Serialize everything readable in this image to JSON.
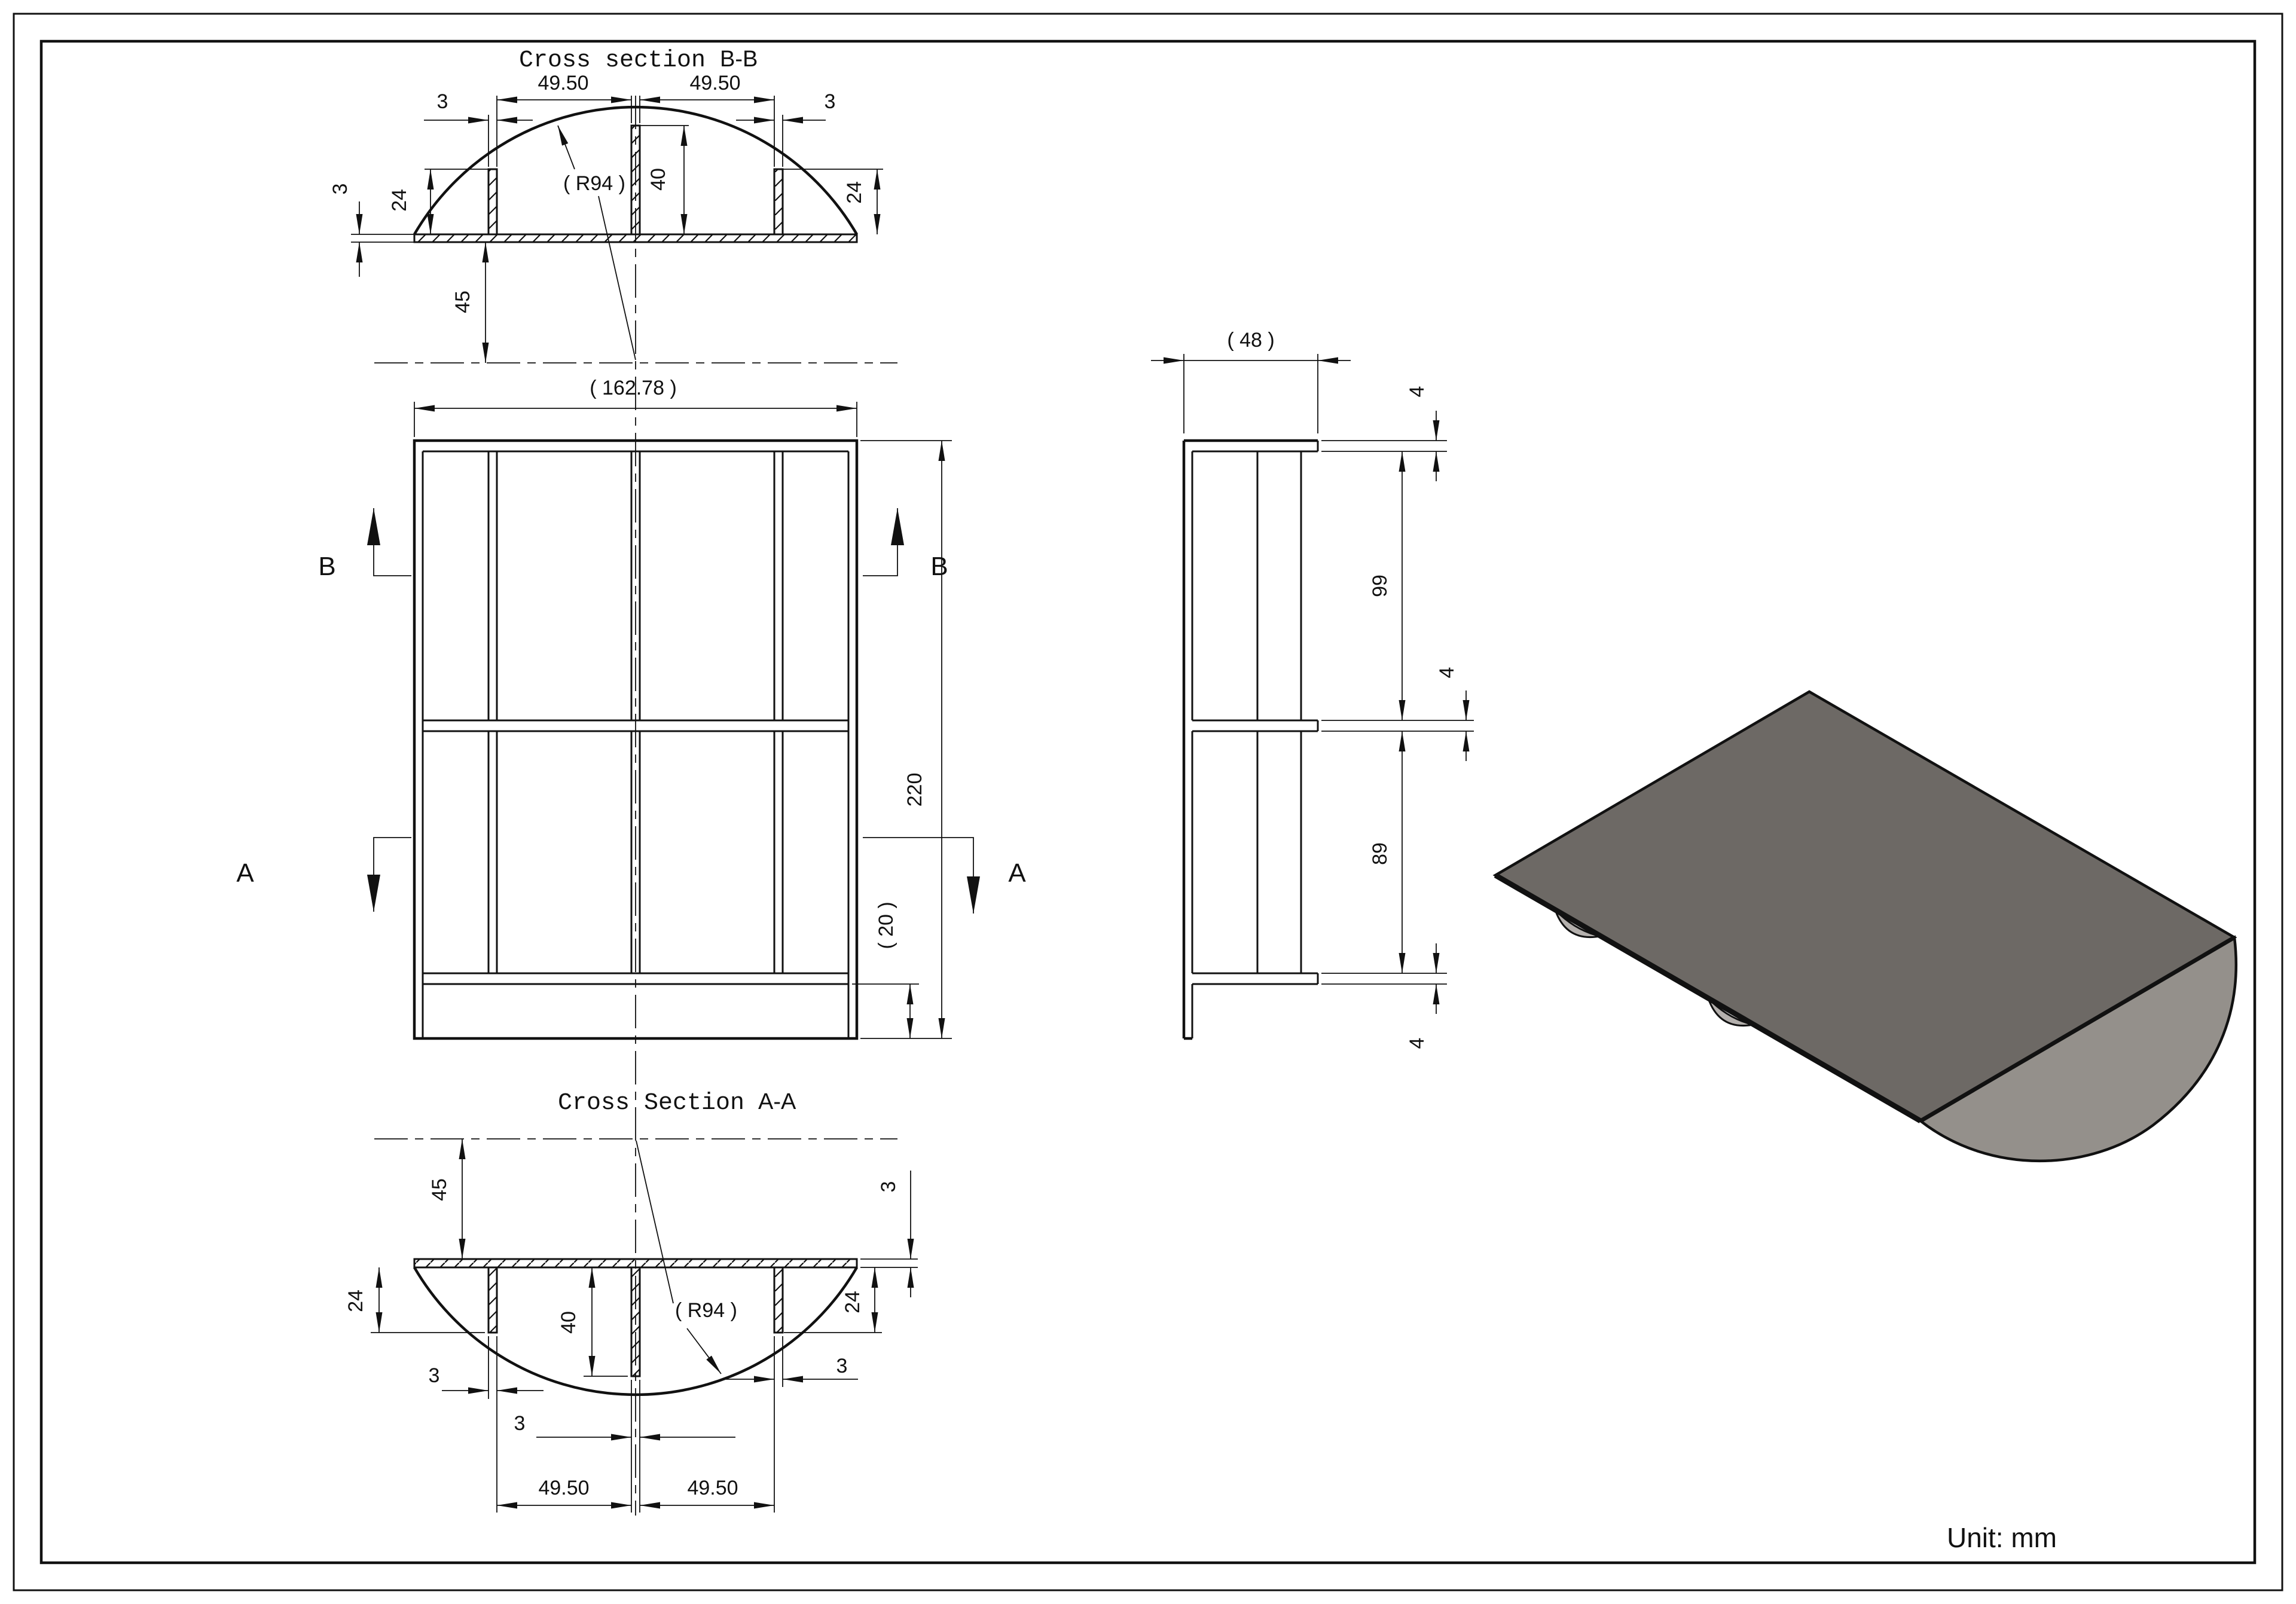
{
  "unit_label": "Unit: mm",
  "sections": {
    "bb": {
      "title_prefix": "Cross section",
      "title_suffix": "B-B",
      "dims": {
        "pitch_left": "49.50",
        "pitch_right": "49.50",
        "rib_t_left": "3",
        "rib_t_right": "3",
        "plate_t": "3",
        "rib_h_side_left": "24",
        "rib_h_side_right": "24",
        "rib_h_center": "40",
        "to_centerline": "45",
        "radius": "( R94 )"
      }
    },
    "aa": {
      "title_prefix": "Cross Section",
      "title_suffix": "A-A",
      "dims": {
        "pitch_left": "49.50",
        "pitch_right": "49.50",
        "rib_t_left": "3",
        "rib_t_right": "3",
        "rib_t_center": "3",
        "plate_t": "3",
        "rib_h_side_left": "24",
        "rib_h_side_right": "24",
        "rib_h_center": "40",
        "to_centerline": "45",
        "radius": "( R94 )"
      }
    },
    "front": {
      "width": "( 162.78 )",
      "length": "220",
      "end_margin": "( 20 )",
      "section_b": "B",
      "section_a": "A"
    },
    "side": {
      "depth": "( 48 )",
      "rib_t_top": "4",
      "rib_t_mid": "4",
      "rib_t_bottom": "4",
      "bay_upper": "99",
      "bay_lower": "89"
    }
  }
}
